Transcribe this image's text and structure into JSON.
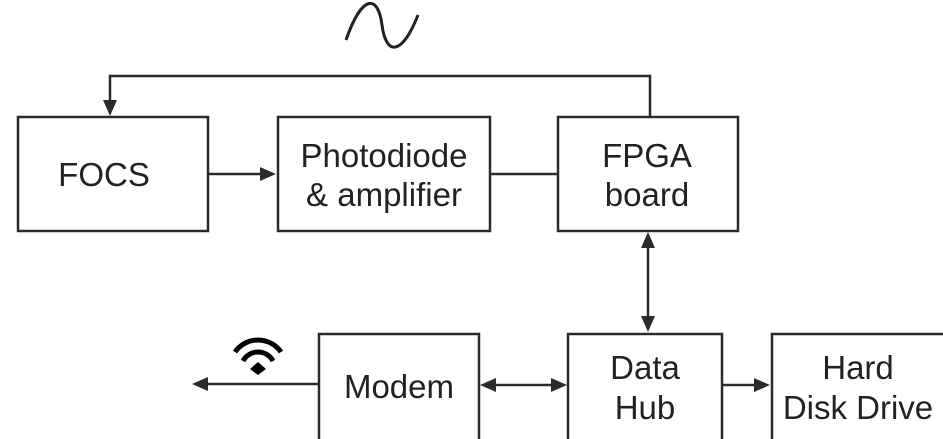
{
  "blocks": {
    "focs": [
      "FOCS"
    ],
    "photodiode": [
      "Photodiode",
      "& amplifier"
    ],
    "fpga": [
      "FPGA",
      "board"
    ],
    "modem": [
      "Modem"
    ],
    "data_hub": [
      "Data",
      "Hub"
    ],
    "hard_disk": [
      "Hard",
      "Disk Drive"
    ]
  },
  "icons": {
    "signal": "sine-wave-icon",
    "wireless": "wifi-icon"
  },
  "colors": {
    "stroke": "#2b2b2b",
    "text": "#222222",
    "background": "#ffffff"
  }
}
